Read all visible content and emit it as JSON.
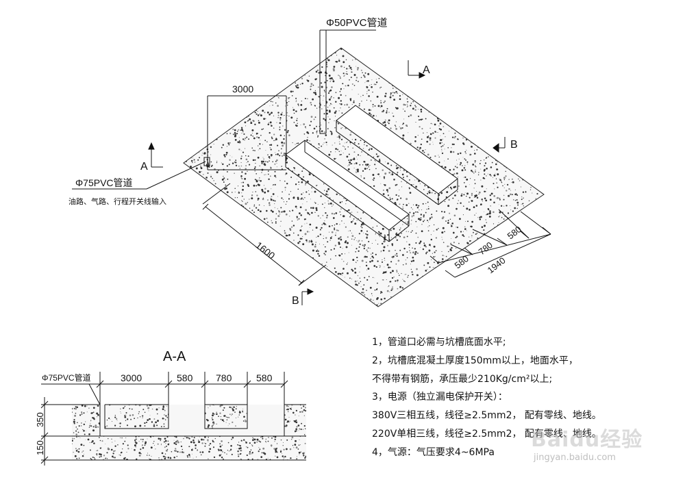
{
  "iso": {
    "pipe50": "Φ50PVC管道",
    "pipe75": "Φ75PVC管道",
    "pipe75_note": "油路、气路、行程开关线输入",
    "dim_3000": "3000",
    "dim_1600": "1600",
    "dim_580_a": "580",
    "dim_780": "780",
    "dim_580_b": "580",
    "dim_1940": "1940",
    "section_a": "A",
    "section_b": "B"
  },
  "section": {
    "title": "A-A",
    "pipe_label": "Φ75PVC管道",
    "dims": [
      "3000",
      "580",
      "780",
      "580"
    ],
    "height_350": "350",
    "height_150": "150"
  },
  "notes": [
    "1，管道口必需与坑槽底面水平;",
    "2，坑槽底混凝土厚度150mm以上，地面水平，",
    "不得带有钢筋，承压最少210Kg/cm²以上;",
    "3，电源（独立漏电保护开关）：",
    "380V三相五线，线径≥2.5mm2， 配有零线、地线。",
    "220V单相三线，线径≥2.5mm2， 配有零线、地线。",
    "4，气源：气压要求4~6MPa"
  ],
  "watermark": {
    "brand": "Baidu经验",
    "url": "jingyan.baidu.com"
  }
}
